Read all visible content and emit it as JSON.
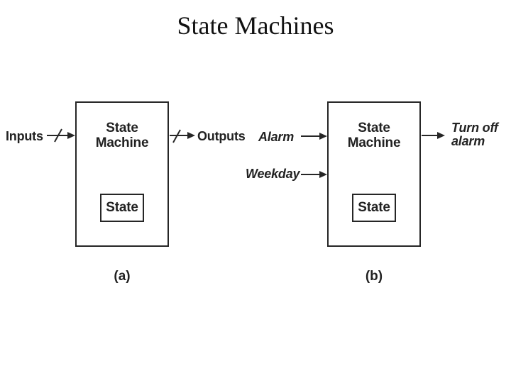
{
  "title": "State Machines",
  "diagram_a": {
    "caption": "(a)",
    "machine_label_line1": "State",
    "machine_label_line2": "Machine",
    "state_label": "State",
    "input_label": "Inputs",
    "output_label": "Outputs"
  },
  "diagram_b": {
    "caption": "(b)",
    "machine_label_line1": "State",
    "machine_label_line2": "Machine",
    "state_label": "State",
    "input1_label": "Alarm",
    "input2_label": "Weekday",
    "output_label_line1": "Turn off",
    "output_label_line2": "alarm"
  },
  "colors": {
    "ink": "#262626",
    "title_ink": "#111111",
    "background": "#ffffff"
  }
}
